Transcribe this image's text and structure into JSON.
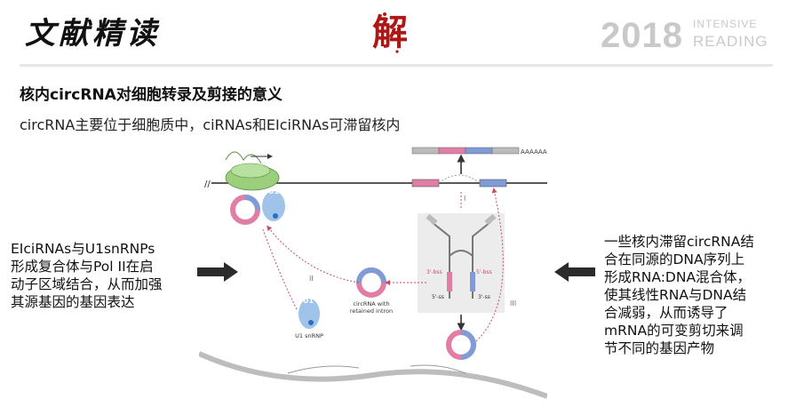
{
  "header": {
    "brand_title": "文献精读",
    "seal_char": "解",
    "year": "2018",
    "year_sub_top": "INTENSIVE",
    "year_sub_bottom": "READING"
  },
  "section": {
    "title": "核内circRNA对细胞转录及剪接的意义",
    "subtitle": "circRNA主要位于细胞质中，ciRNAs和EIciRNAs可滞留核内"
  },
  "left_note": {
    "lines": [
      "EIciRNAs与U1snRNPs",
      "形成复合体与Pol II在启",
      "动子区域结合，从而加强",
      "其源基因的基因表达"
    ]
  },
  "right_note": {
    "lines": [
      "一些核内滞留circRNA结",
      "合在同源的DNA序列上",
      "形成RNA:DNA混合体，",
      "使其线性RNA与DNA结",
      "合减弱，从而诱导了",
      "mRNA的可变剪切来调",
      "节不同的基因产物"
    ]
  },
  "diagram": {
    "mrna_tail": "AAAAAA",
    "u1_label": "U1",
    "u1_snrnp_label": "U1 snRNP",
    "circ_label_1": "circRNA with",
    "circ_label_2": "retained intron",
    "roman_1": "I",
    "roman_2": "II",
    "roman_3": "III",
    "bss3": "3'-bss",
    "bss5": "5'-bss",
    "ss5": "5'-ss",
    "ss3": "3'-ss"
  },
  "colors": {
    "pink": "#e07ea5",
    "blue": "#7f9cd6",
    "green": "#9ccf7c",
    "dashed_red": "#c0506a",
    "u1_blue": "#8fb8e6"
  }
}
